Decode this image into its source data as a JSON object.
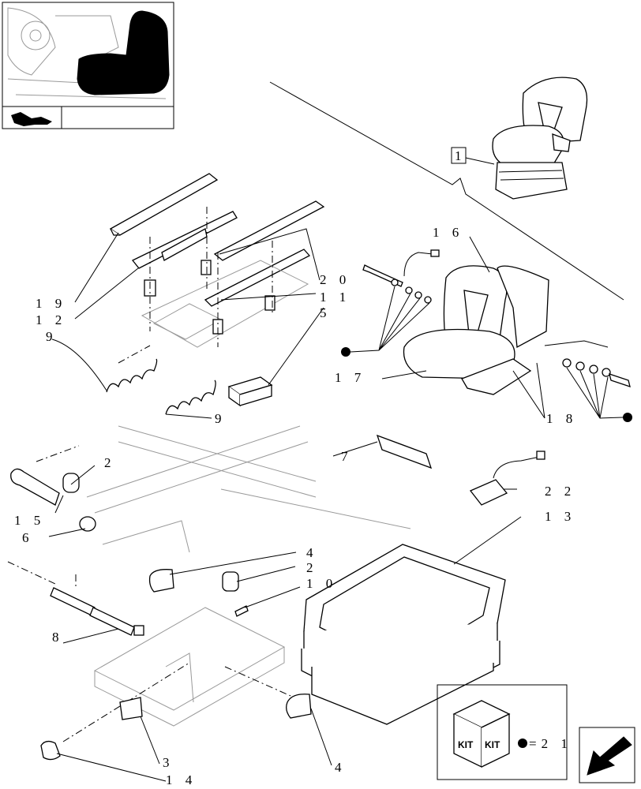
{
  "labels": {
    "l1": "1",
    "l2a": "2",
    "l2b": "2",
    "l3": "3",
    "l4a": "4",
    "l4b": "4",
    "l5": "5",
    "l6": "6",
    "l7": "7",
    "l8": "8",
    "l9a": "9",
    "l9b": "9",
    "l10": "1 0",
    "l11": "1 1",
    "l12": "1 2",
    "l13": "1 3",
    "l14": "1 4",
    "l15": "1 5",
    "l16": "1 6",
    "l17": "1 7",
    "l18": "1 8",
    "l19": "1 9",
    "l20": "2 0",
    "l22": "2 2"
  },
  "kit": {
    "tag_left": "KIT",
    "tag_right": "KIT",
    "legend_ref": "=2 1"
  },
  "icons": {
    "thumbnail": "tractor-cab-seat-thumbnail",
    "nav": "arrow-icon",
    "bullet": "filled-dot"
  }
}
